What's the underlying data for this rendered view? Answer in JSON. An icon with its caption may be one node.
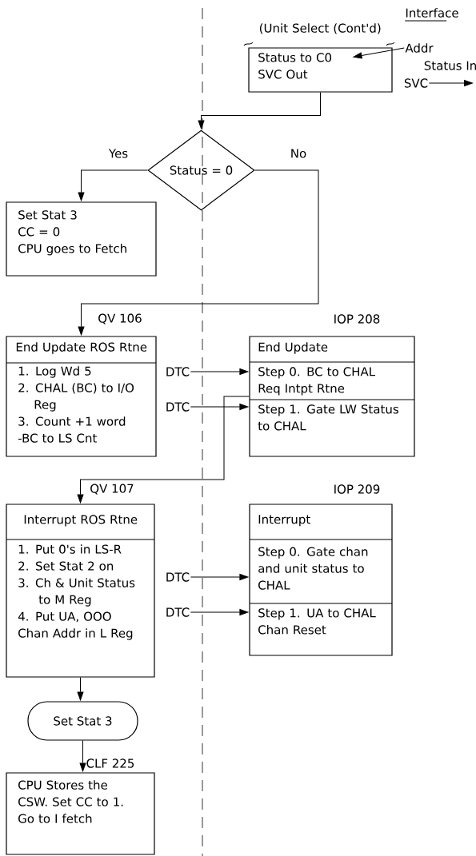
{
  "diagram": {
    "nodes": [
      {
        "text": [
          "(Unit Select (Cont'd)",
          "Status to C0",
          "SVC Out"
        ]
      },
      {
        "text": [
          "Addr"
        ]
      },
      {
        "text": [
          "SVC"
        ]
      },
      {
        "text": [
          "Status = 0"
        ]
      },
      {
        "text": [
          "Set Stat 3",
          "CC = 0",
          "CPU goes to Fetch"
        ]
      },
      {
        "text": [
          "End Update ROS Rtne",
          "1. Log Wd 5",
          "2. CHAL (BC) to I/O Reg",
          "3. Count +1 word -BC to LS Cnt"
        ],
        "beside": [
          "QV 106"
        ]
      },
      {
        "text": [
          "DTC"
        ]
      },
      {
        "text": [
          "End Update",
          "Step 0. BC to CHAL Req Intpt Rtne",
          "Step 1. Gate LW Status to CHAL"
        ],
        "beside": [
          "IOP 208"
        ]
      },
      {
        "text": [
          "DTC"
        ]
      },
      {
        "text": [
          "Interrupt ROS Rtne",
          "1. Put 0's in LS-R",
          "2. Set Stat 2 on",
          "3. Ch & Unit Status to M Reg",
          "4. Put UA, OOO Chan Addr in L Reg"
        ],
        "beside": [
          "QV 107"
        ]
      },
      {
        "text": [
          "DTC"
        ]
      },
      {
        "text": [
          "Interrupt",
          "Step 0. Gate chan and unit status to CHAL",
          "Step 1. UA to CHAL Chan Reset"
        ],
        "beside": [
          "IOP 209"
        ]
      },
      {
        "text": [
          "DTC"
        ]
      },
      {
        "text": [
          "Set Stat 3"
        ]
      },
      {
        "text": [
          "CPU Stores the CSW. Set CC to 1. Go to I fetch"
        ],
        "beside": [
          "CLF 225"
        ]
      }
    ],
    "edges": [
      {
        "from": 0,
        "to": 3,
        "arrow": "to"
      },
      {
        "from": 1,
        "to": 0,
        "arrow": "to"
      },
      {
        "from": 2,
        "to": null,
        "arrow": "to",
        "label": "Status In"
      },
      {
        "from": 3,
        "to": 4,
        "arrow": "to",
        "label": "Yes"
      },
      {
        "from": 3,
        "to": 5,
        "arrow": "to",
        "label": "No"
      },
      {
        "from": 6,
        "to": 7,
        "arrow": "to"
      },
      {
        "from": 8,
        "to": 7,
        "arrow": "to"
      },
      {
        "from": 7,
        "to": 9,
        "arrow": "to"
      },
      {
        "from": 10,
        "to": 11,
        "arrow": "to"
      },
      {
        "from": 12,
        "to": 11,
        "arrow": "to"
      },
      {
        "from": 9,
        "to": 13,
        "arrow": "to"
      },
      {
        "from": 13,
        "to": 14,
        "arrow": "to"
      }
    ],
    "labels": [
      "Interface"
    ]
  }
}
